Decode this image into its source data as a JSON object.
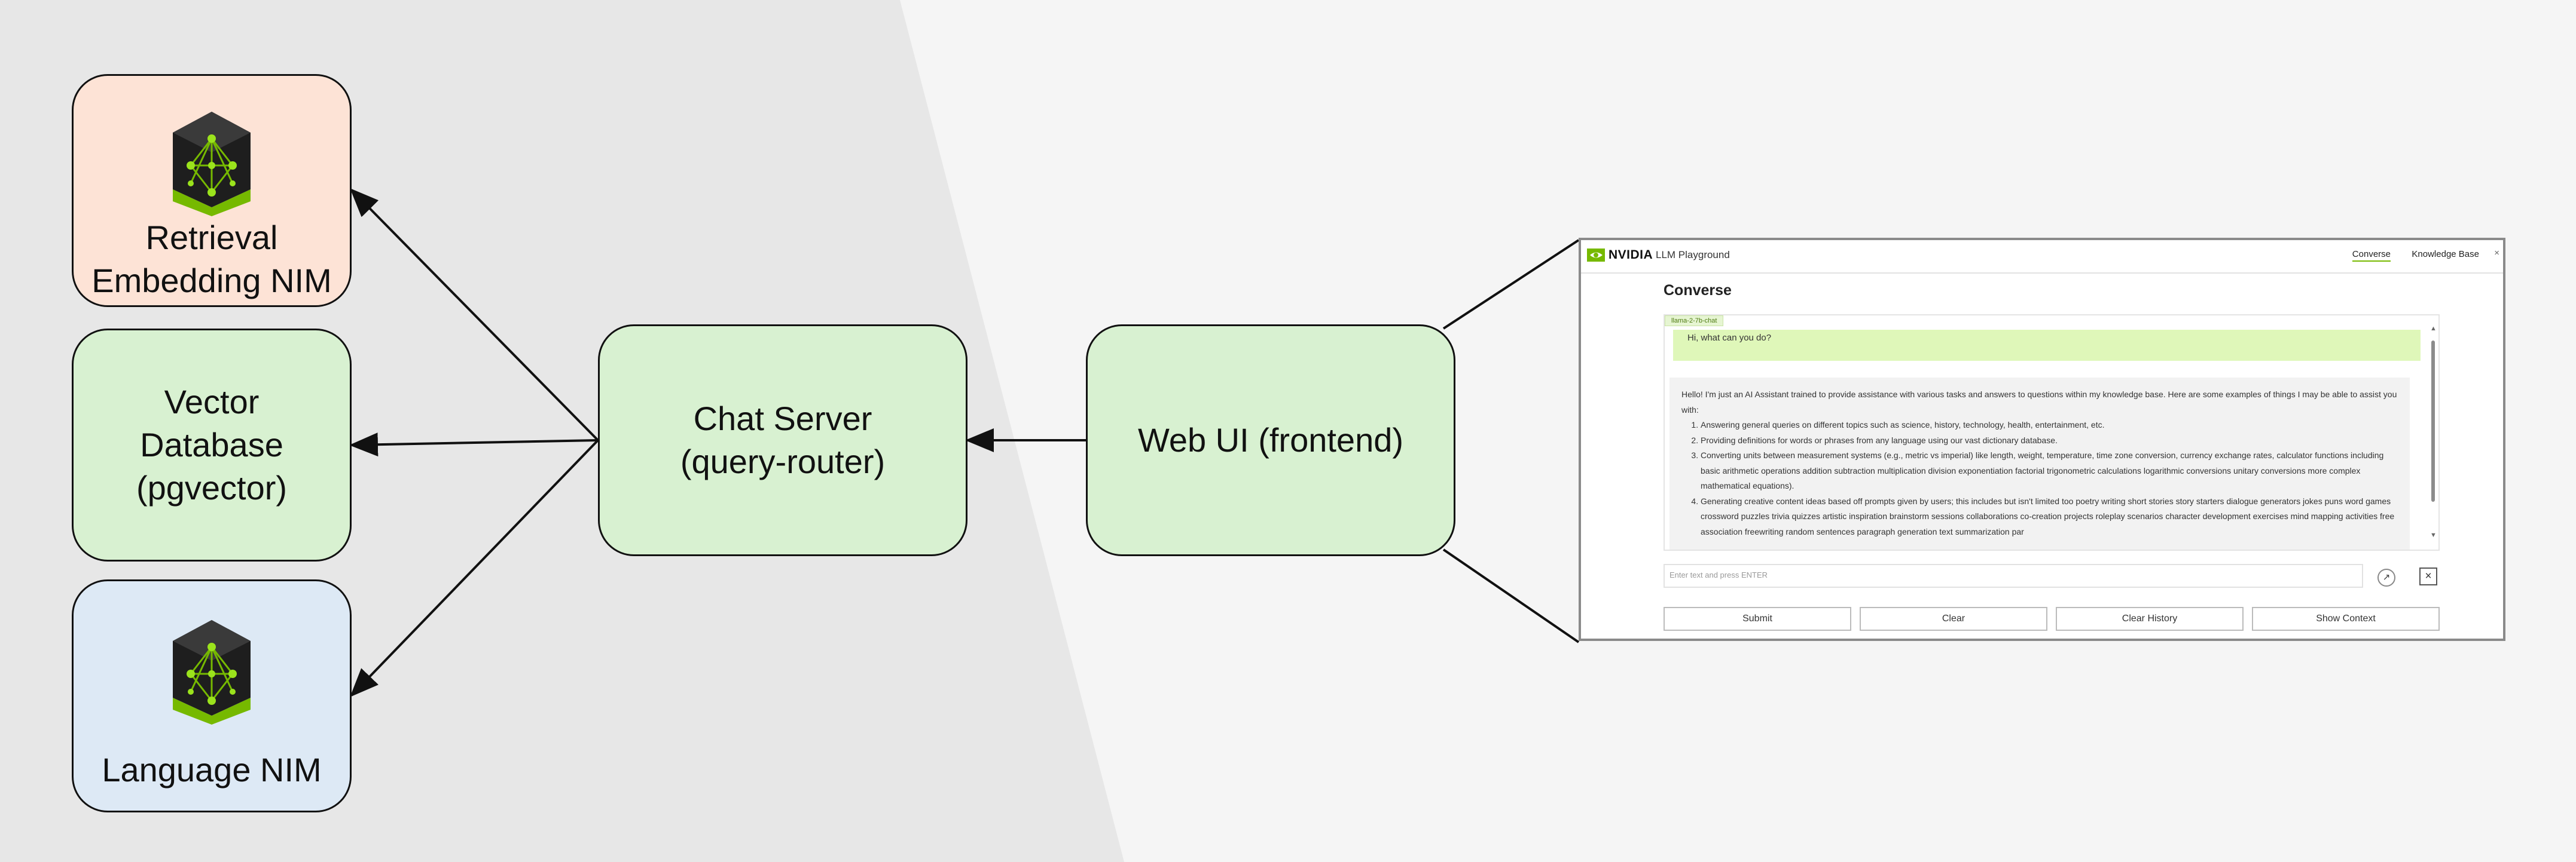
{
  "nodes": {
    "retrieval": {
      "label": "Retrieval\nEmbedding NIM",
      "fill": "#fde3d6"
    },
    "vector_db": {
      "label": "Vector\nDatabase\n(pgvector)",
      "fill": "#d8f1d1"
    },
    "language": {
      "label": "Language NIM",
      "fill": "#dde9f5"
    },
    "chat_server": {
      "label": "Chat Server\n(query-router)",
      "fill": "#d8f1d1"
    },
    "web_ui": {
      "label": "Web UI (frontend)",
      "fill": "#d8f1d1"
    }
  },
  "edges": [
    {
      "from": "chat_server",
      "to": "retrieval"
    },
    {
      "from": "chat_server",
      "to": "vector_db"
    },
    {
      "from": "chat_server",
      "to": "language"
    },
    {
      "from": "web_ui",
      "to": "chat_server"
    }
  ],
  "colors": {
    "left_panel": "#e7e7e7",
    "background": "#f5f5f5",
    "nvidia_green": "#76b900"
  },
  "ui": {
    "logo_text": "NVIDIA",
    "app_title": "LLM Playground",
    "tabs": [
      "Converse",
      "Knowledge Base"
    ],
    "close_icon": "×",
    "heading": "Converse",
    "model_tag": "llama-2-7b-chat",
    "user_message": "Hi, what can you do?",
    "assistant_intro": "Hello! I'm just an AI Assistant trained to provide assistance with various tasks and answers to questions within my knowledge base. Here are some examples of things I may be able to assist you with:",
    "assistant_items": [
      "Answering general queries on different topics such as science, history, technology, health, entertainment, etc.",
      "Providing definitions for words or phrases from any language using our vast dictionary database.",
      "Converting units between measurement systems (e.g., metric vs imperial) like length, weight, temperature, time zone conversion, currency exchange rates, calculator functions including basic arithmetic operations addition subtraction multiplication division exponentiation factorial trigonometric calculations logarithmic conversions unitary conversions more complex mathematical equations).",
      "Generating creative content ideas based off prompts given by users; this includes but isn't limited too poetry writing short stories story starters dialogue generators jokes puns word games crossword puzzles trivia quizzes artistic inspiration brainstorm sessions collaborations co-creation projects roleplay scenarios character development exercises mind mapping activities free association freewriting random sentences paragraph generation text summarization par"
    ],
    "input_placeholder": "Enter text and press ENTER",
    "buttons": [
      "Submit",
      "Clear",
      "Clear History",
      "Show Context"
    ]
  }
}
